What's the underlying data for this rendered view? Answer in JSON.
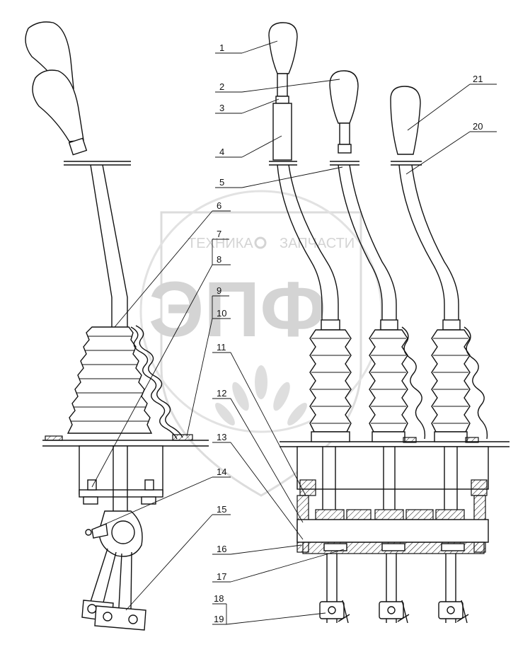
{
  "watermark": {
    "top_left": "ТЕХНИКА",
    "top_right": "ЗАПЧАСТИ",
    "big": "ЭПФ"
  },
  "callouts": [
    {
      "id": "1",
      "label": "1"
    },
    {
      "id": "2",
      "label": "2"
    },
    {
      "id": "3",
      "label": "3"
    },
    {
      "id": "4",
      "label": "4"
    },
    {
      "id": "5",
      "label": "5"
    },
    {
      "id": "6",
      "label": "6"
    },
    {
      "id": "7",
      "label": "7"
    },
    {
      "id": "8",
      "label": "8"
    },
    {
      "id": "9",
      "label": "9"
    },
    {
      "id": "10",
      "label": "10"
    },
    {
      "id": "11",
      "label": "11"
    },
    {
      "id": "12",
      "label": "12"
    },
    {
      "id": "13",
      "label": "13"
    },
    {
      "id": "14",
      "label": "14"
    },
    {
      "id": "15",
      "label": "15"
    },
    {
      "id": "16",
      "label": "16"
    },
    {
      "id": "17",
      "label": "17"
    },
    {
      "id": "18",
      "label": "18"
    },
    {
      "id": "19",
      "label": "19"
    },
    {
      "id": "20",
      "label": "20"
    },
    {
      "id": "21",
      "label": "21"
    }
  ]
}
